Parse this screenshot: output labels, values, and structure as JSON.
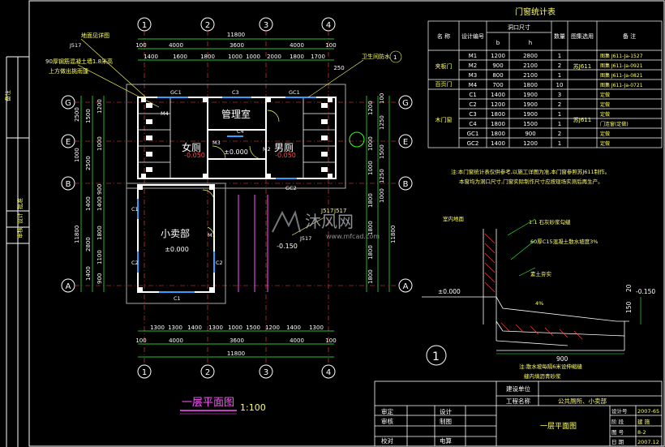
{
  "colors": {
    "bg": "#000000",
    "line": "#ffffff",
    "dim": "#33ff33",
    "text": "#ffff66",
    "red": "#ff4444",
    "cyan": "#33e0ff",
    "wall": "#aaaaaa",
    "window": "#33a0ff",
    "magenta": "#ff55ff"
  },
  "left_strip": {
    "labels": [
      "备注",
      "设计",
      "审核",
      "批准"
    ]
  },
  "axes_top": {
    "labels": [
      "1",
      "2",
      "3",
      "4"
    ]
  },
  "axes_bottom": {
    "labels": [
      "1",
      "2",
      "3",
      "4"
    ]
  },
  "axes_left": {
    "labels": [
      "G",
      "E",
      "B",
      "A"
    ]
  },
  "axes_right": {
    "labels": [
      "G",
      "E",
      "B",
      "A"
    ]
  },
  "top_dims": {
    "total": "11800",
    "row1": [
      "100",
      "4000",
      "3600",
      "4000",
      "100"
    ],
    "row2": [
      "1400",
      "1600",
      "1800",
      "1000",
      "1000",
      "2000",
      "1800",
      "1700"
    ],
    "row2b": [
      "250"
    ]
  },
  "bottom_dims": {
    "row1": [
      "1300",
      "1300",
      "1400",
      "1300",
      "1000",
      "1500",
      "1200",
      "1400",
      "1300"
    ],
    "row2": [
      "100",
      "4000",
      "3600",
      "4000",
      "100"
    ],
    "total": "11800"
  },
  "left_dims": {
    "col1": [
      "2500",
      "1500",
      "1000",
      "2500",
      "1400",
      "2800",
      "1400"
    ],
    "col2": [
      "1200",
      "1000",
      "1400",
      "900",
      "1800",
      "1100",
      "900"
    ],
    "total": "11800"
  },
  "right_dims": {
    "col1": [
      "1200",
      "1000",
      "1000",
      "1800",
      "1800",
      "1800",
      "1800"
    ],
    "col2": [
      "100",
      "1250",
      "1500",
      "1250",
      "1000"
    ],
    "total": "11800"
  },
  "rooms": {
    "office": "管理室",
    "womens": "女厕",
    "mens": "男厕",
    "shop": "小卖部",
    "level1": "±0.000",
    "level2": "-0.050",
    "level3": "±0.000",
    "level4": "-0.150",
    "level5": "-0.050"
  },
  "tags": {
    "gc1a": "GC1",
    "gc1b": "GC1",
    "c3": "C3",
    "gc2": "GC2",
    "c4": "C4",
    "m3": "M3",
    "m1": "M1",
    "c2": "C2",
    "c2b": "C2",
    "c1": "C1",
    "c1b": "C1",
    "m4": "M4",
    "m2": "M2",
    "j517a": "J517",
    "j517b": "J517"
  },
  "annotations": {
    "a1": "地面见详图",
    "a2": "J517",
    "a3": "90厚钢筋混凝土墙1.8米高",
    "a4": "上方做出挑雨篷",
    "a5": "卫生间防水",
    "a6": "1",
    "a7": "J517"
  },
  "plan_title": {
    "text": "一层平面图",
    "scale": "1:100"
  },
  "door_table": {
    "title": "门窗统计表",
    "headers": [
      "名 称",
      "设计编号",
      "洞口尺寸",
      "数量",
      "图集选用",
      "备 注"
    ],
    "subheaders": [
      "b",
      "h"
    ],
    "groups": [
      {
        "name": "夹板门",
        "rows": [
          [
            "M1",
            "1200",
            "2800",
            "1",
            "",
            "图集 J611-Ja-1527"
          ],
          [
            "M2",
            "900",
            "2100",
            "2",
            "",
            "图集 J611-Ja-0921"
          ],
          [
            "M3",
            "800",
            "2100",
            "1",
            "",
            "图集 J611-Ja-0821"
          ]
        ],
        "atlas": "苏J611"
      },
      {
        "name": "百页门",
        "rows": [
          [
            "M4",
            "700",
            "1800",
            "10",
            "",
            "图集 J611-Ja-0721"
          ]
        ]
      },
      {
        "name": "木门窗",
        "rows": [
          [
            "C1",
            "1400",
            "1900",
            "3",
            "",
            "定做"
          ],
          [
            "C2",
            "1200",
            "1900",
            "2",
            "",
            "定做"
          ],
          [
            "C3",
            "1800",
            "1900",
            "1",
            "",
            "定做"
          ],
          [
            "C4",
            "1800",
            "1500",
            "1",
            "",
            "门连窗(定做)"
          ],
          [
            "GC1",
            "1800",
            "900",
            "2",
            "",
            "定做"
          ],
          [
            "GC2",
            "1400",
            "1200",
            "1",
            "",
            "定做"
          ]
        ],
        "atlas": "苏J611"
      }
    ],
    "note1": "注:本门窗统计表仅供参考,以施工详图为准,本门窗参照苏J611制作。",
    "note2": "本窗均为洞口尺寸,门窗实际制作尺寸应按现场实测后再生产。"
  },
  "detail": {
    "label1": "室内地面",
    "label2": "1:1 石灰砂浆勾缝",
    "label3": "60厚C15混凝土散水坡度3%",
    "label4": "素土夯实",
    "label5": "4%",
    "dim1": "900",
    "level_in": "±0.000",
    "level_out": "-0.150",
    "d150": "150",
    "d20": "20",
    "note1": "注:散水坡每隔6米设伸缩缝",
    "note2": "缝内填沥青砂浆",
    "num": "1"
  },
  "title_block": {
    "unit_label": "建设单位",
    "project_label": "工程名称",
    "project": "公共厕所、小卖部",
    "drawing": "一层平面图",
    "design": "设计",
    "draw": "制图",
    "check": "审核",
    "review": "审定",
    "approve": "审核",
    "proof": "校对",
    "calc": "电算",
    "r1": "设计号",
    "v1": "2007-65",
    "r2": "阶 段",
    "v2": "建 施",
    "r3": "图 号",
    "v3": "8-2",
    "r4": "日 期",
    "v4": "2007.12"
  },
  "watermark": {
    "brand": "沐风网",
    "url": "www.mfcad.com"
  }
}
